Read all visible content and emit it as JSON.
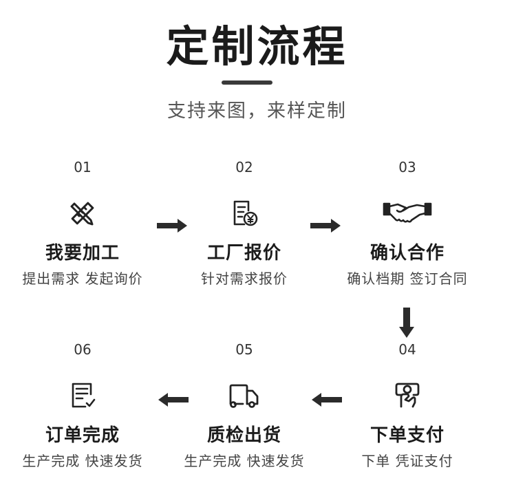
{
  "title": "定制流程",
  "subtitle": "支持来图，来样定制",
  "steps": [
    {
      "num": "01",
      "name": "我要加工",
      "desc": "提出需求 发起询价",
      "icon": "pencil-ruler-icon"
    },
    {
      "num": "02",
      "name": "工厂报价",
      "desc": "针对需求报价",
      "icon": "quote-document-yen-icon"
    },
    {
      "num": "03",
      "name": "确认合作",
      "desc": "确认档期 签订合同",
      "icon": "handshake-icon"
    },
    {
      "num": "04",
      "name": "下单支付",
      "desc": "下单 凭证支付",
      "icon": "payment-hand-icon"
    },
    {
      "num": "05",
      "name": "质检出货",
      "desc": "生产完成 快速发货",
      "icon": "delivery-truck-icon"
    },
    {
      "num": "06",
      "name": "订单完成",
      "desc": "生产完成 快速发货",
      "icon": "order-checklist-icon"
    }
  ],
  "colors": {
    "arrow": "#2b2b2b",
    "text": "#1b1b1b",
    "accent_bar": "#3a3a3a"
  }
}
